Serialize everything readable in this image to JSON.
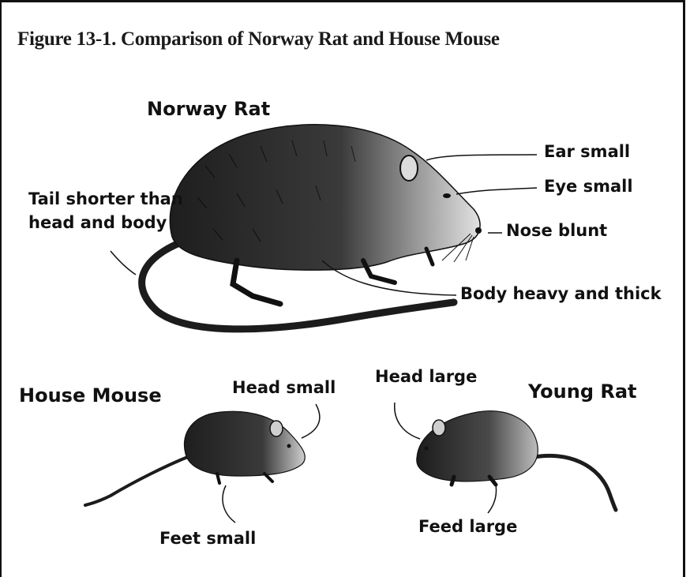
{
  "figure": {
    "title": "Figure 13-1. Comparison of Norway Rat and House Mouse"
  },
  "norway_rat": {
    "heading": "Norway Rat",
    "labels": {
      "ear": "Ear small",
      "eye": "Eye small",
      "nose": "Nose blunt",
      "body": "Body heavy and thick",
      "tail_line1": "Tail shorter than",
      "tail_line2": "head and body"
    }
  },
  "house_mouse": {
    "heading": "House Mouse",
    "labels": {
      "head": "Head small",
      "feet": "Feet small"
    }
  },
  "young_rat": {
    "heading": "Young Rat",
    "labels": {
      "head": "Head large",
      "feet": "Feed large"
    }
  },
  "colors": {
    "ink": "#111111",
    "fur_dark": "#2a2a2a",
    "fur_light": "#d8d8d8",
    "background": "#ffffff"
  }
}
